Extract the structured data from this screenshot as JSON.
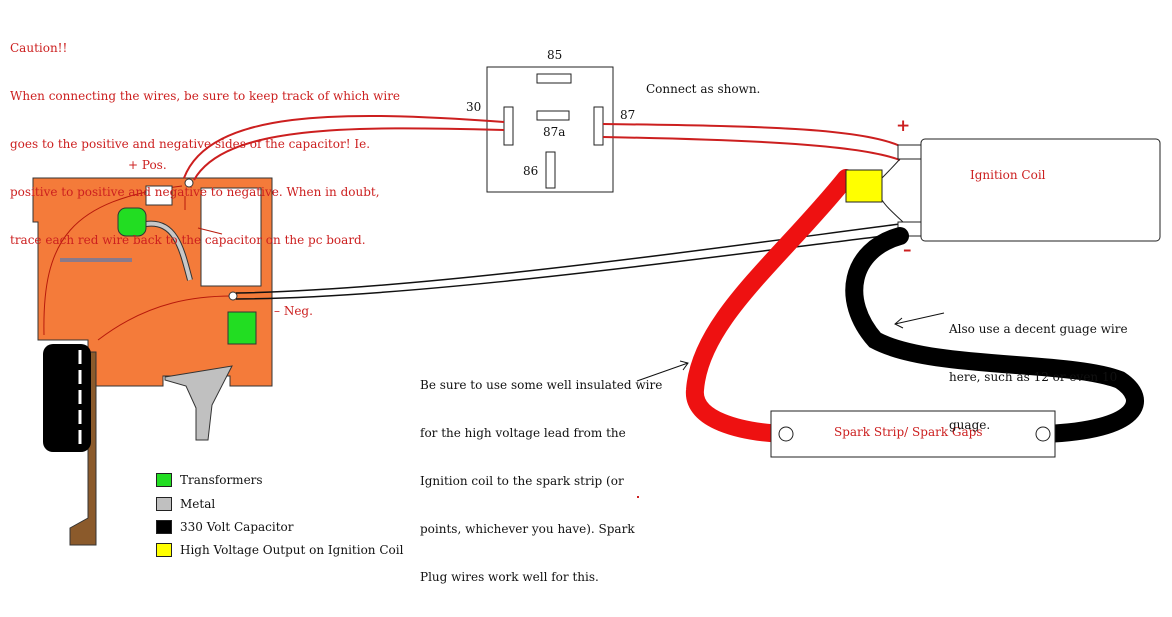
{
  "caution": {
    "lines": [
      "Caution!!",
      "When connecting the wires, be sure to keep track of which wire",
      "goes to the positive and negative sides of the capacitor! Ie.",
      "positive to positive and negative to negative. When in doubt,",
      "trace each red wire back to the capacitor on the pc board."
    ]
  },
  "connect_note": "Connect as shown.",
  "relay": {
    "pin_85": "85",
    "pin_30": "30",
    "pin_87": "87",
    "pin_87a": "87a",
    "pin_86": "86"
  },
  "board": {
    "pos_label": "+ Pos.",
    "neg_label": "– Neg."
  },
  "coil": {
    "label": "Ignition Coil",
    "plus": "+",
    "minus": "–"
  },
  "spark_strip": {
    "label": "Spark Strip/ Spark Gaps"
  },
  "notes": {
    "insulated": [
      "Be sure to use some well insulated wire",
      "for the high voltage lead from the",
      "Ignition coil to the spark strip (or",
      "points, whichever you have). Spark",
      "Plug wires work well for this."
    ],
    "gauge": [
      "Also use a decent guage wire",
      "here, such as 12 or even 10",
      "guage."
    ]
  },
  "legend": [
    {
      "label": "Transformers",
      "color": "#22dd22"
    },
    {
      "label": "Metal",
      "color": "#c0c0c0"
    },
    {
      "label": "330 Volt  Capacitor",
      "color": "#000000"
    },
    {
      "label": "High Voltage Output on Ignition Coil",
      "color": "#ffff00"
    }
  ],
  "colors": {
    "board": "#f47b3a",
    "wire_red": "#cc1f1f",
    "hv_red": "#ee1111",
    "hv_black": "#000000",
    "coil_terminal": "#ffff00"
  }
}
